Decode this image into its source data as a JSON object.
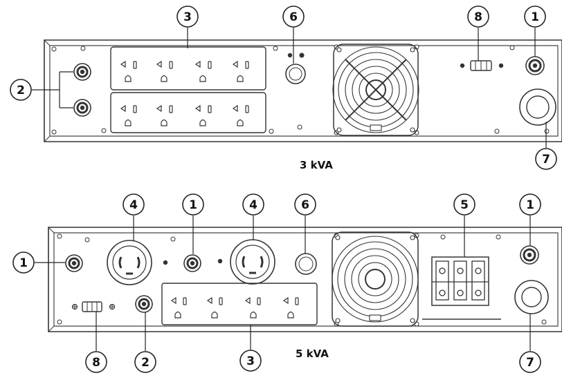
{
  "panels": [
    {
      "id": "3kva",
      "label": "3 kVA"
    },
    {
      "id": "5kva",
      "label": "5 kVA"
    }
  ],
  "callouts": {
    "c3_1": "1",
    "c3_2": "2",
    "c3_3": "3",
    "c3_6": "6",
    "c3_7": "7",
    "c3_8": "8",
    "c5_1a": "1",
    "c5_1b": "1",
    "c5_1c": "1",
    "c5_2": "2",
    "c5_3": "3",
    "c5_4a": "4",
    "c5_4b": "4",
    "c5_5": "5",
    "c5_6": "6",
    "c5_7": "7",
    "c5_8": "8"
  },
  "colors": {
    "line": "#333333",
    "panel_fill": "#ffffff",
    "text": "#111111"
  }
}
